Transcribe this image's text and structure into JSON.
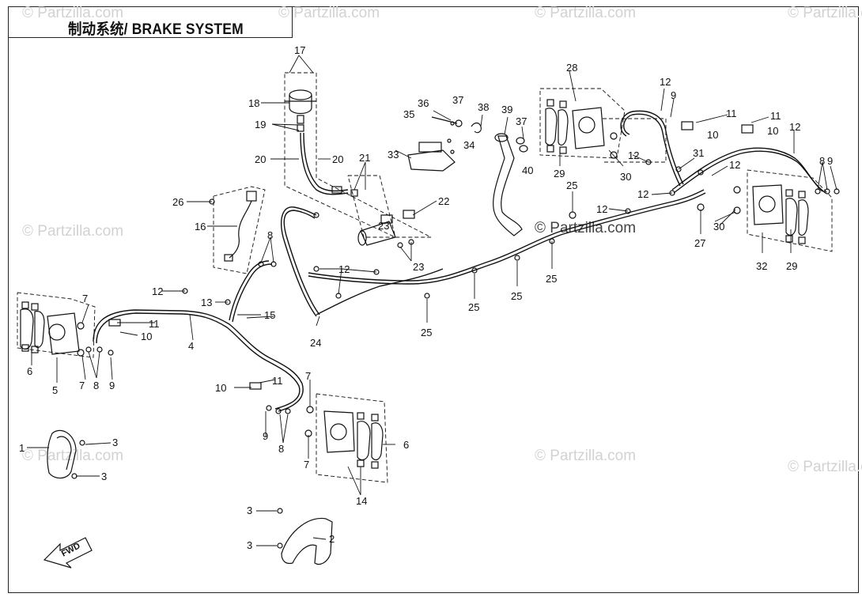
{
  "title": "制动系统/ BRAKE SYSTEM",
  "watermarks": [
    "© Partzilla.com",
    "© Partzilla.com",
    "© Partzilla.com",
    "© Partzilla.com",
    "© Partzilla.com",
    "© Partzilla.com",
    "© Partzilla.com",
    "© Partzilla.com",
    "© Partzilla.com"
  ],
  "direction_marker": "FWD",
  "callouts": [
    "1",
    "2",
    "3",
    "3",
    "3",
    "3",
    "4",
    "5",
    "6",
    "6",
    "7",
    "7",
    "7",
    "7",
    "8",
    "8",
    "8",
    "8",
    "9",
    "9",
    "9",
    "9",
    "10",
    "10",
    "10",
    "10",
    "11",
    "11",
    "11",
    "11",
    "12",
    "12",
    "12",
    "12",
    "12",
    "12",
    "12",
    "13",
    "14",
    "15",
    "16",
    "17",
    "18",
    "19",
    "20",
    "20",
    "21",
    "22",
    "23",
    "23",
    "24",
    "25",
    "25",
    "25",
    "25",
    "25",
    "26",
    "27",
    "28",
    "29",
    "29",
    "30",
    "30",
    "31",
    "32",
    "33",
    "34",
    "35",
    "36",
    "37",
    "37",
    "38",
    "39",
    "40"
  ],
  "colors": {
    "line": "#111111",
    "frame": "#222222",
    "watermark": "#d2d2d2"
  }
}
